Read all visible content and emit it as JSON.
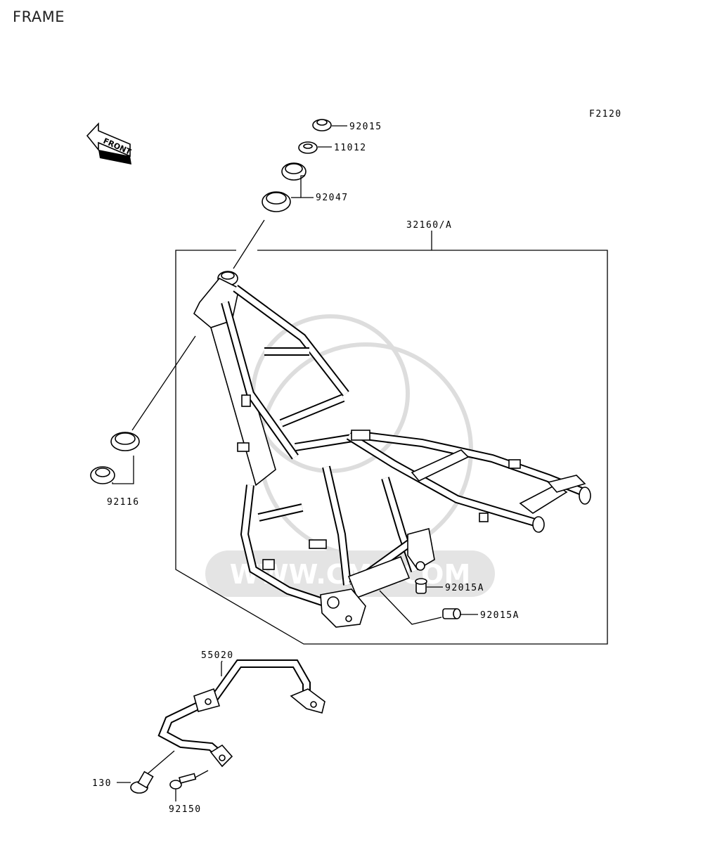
{
  "header": {
    "title": "FRAME"
  },
  "diagram": {
    "figure_code": "F2120",
    "front_arrow_label": "FRONT",
    "parts": {
      "p92015": "92015",
      "p11012": "11012",
      "p92047": "92047",
      "p32160A": "32160/A",
      "p92116": "92116",
      "p92015A_1": "92015A",
      "p92015A_2": "92015A",
      "p55020": "55020",
      "p130": "130",
      "p92150": "92150"
    },
    "watermark": {
      "text": "WWW.CMS.COM"
    }
  }
}
